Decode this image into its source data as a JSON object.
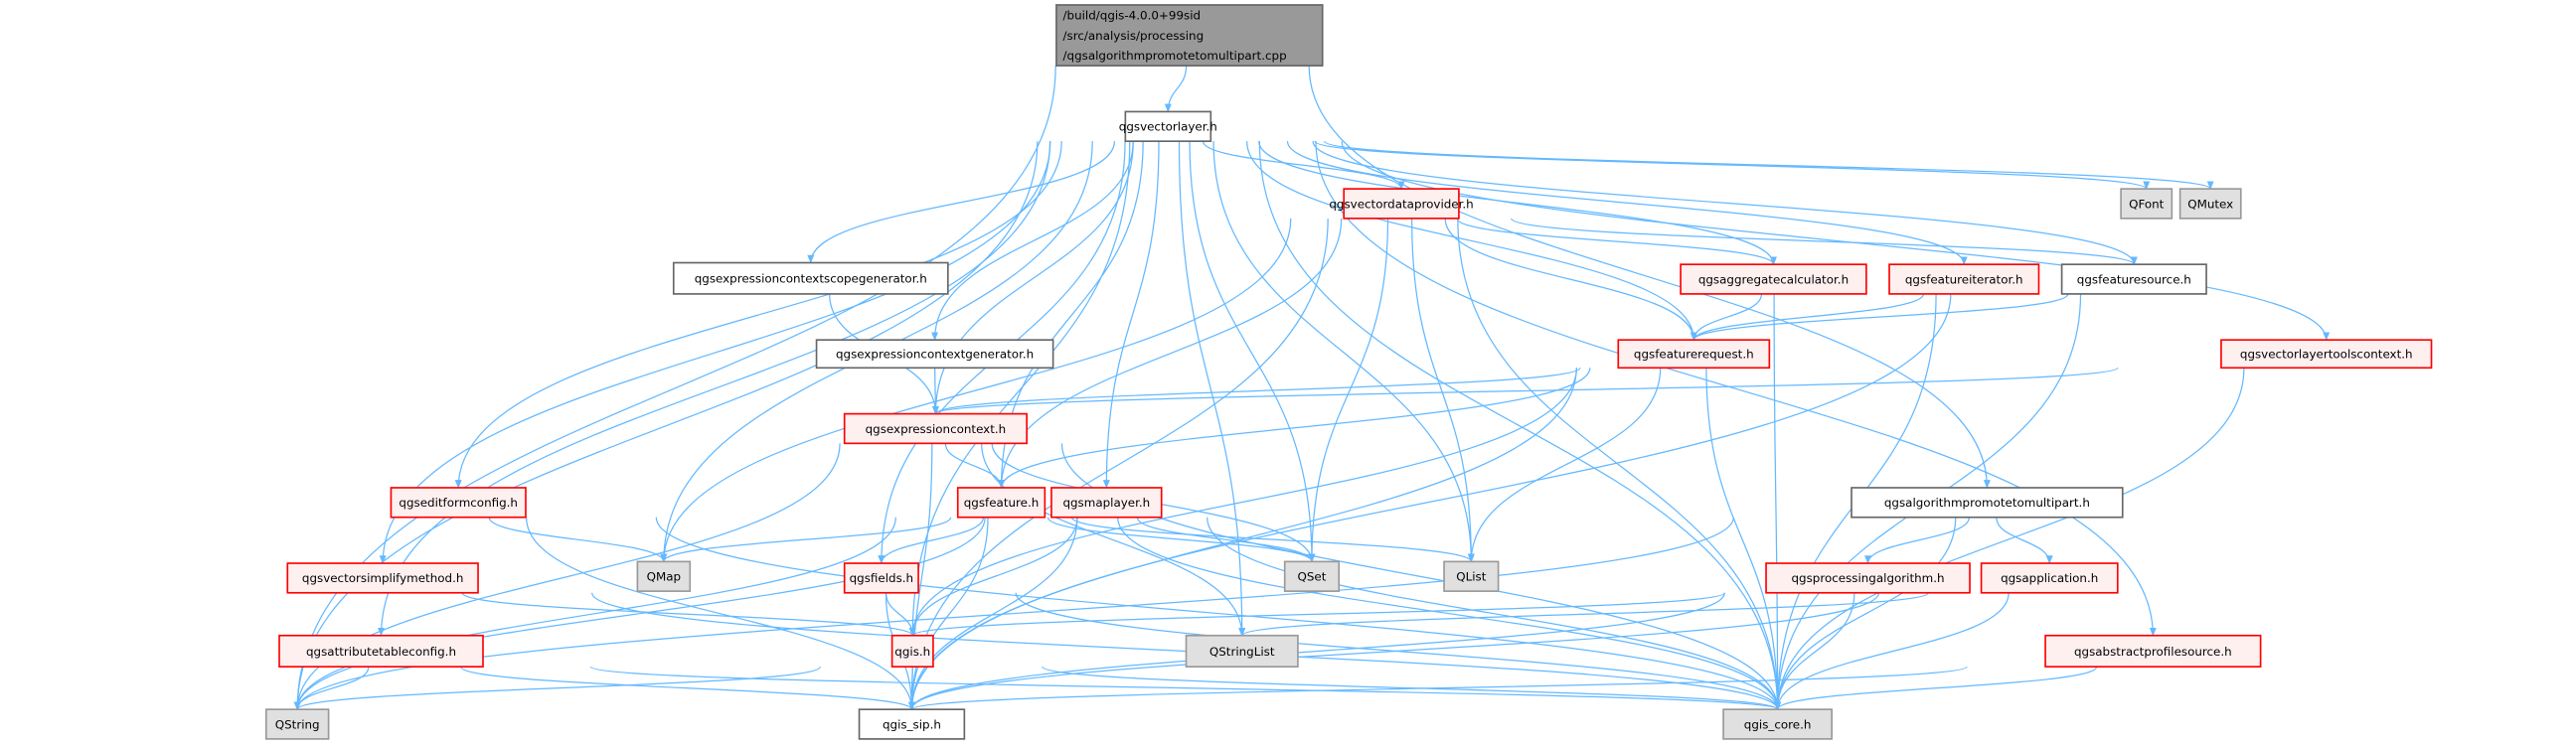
{
  "title": "Include dependency graph for qgsalgorithmpromotetomultipart.cpp",
  "colors": {
    "edge": "#63b8ff",
    "root_fill": "#999999",
    "root_stroke": "#666666",
    "red_fill": "#fff0f0",
    "red_stroke": "#ff0000",
    "plain_fill": "#ffffff",
    "plain_stroke": "#666666",
    "system_fill": "#e0e0e0",
    "system_stroke": "#999999"
  },
  "nodes": [
    {
      "id": "root",
      "lines": [
        "/build/qgis-4.0.0+99sid",
        "/src/analysis/processing",
        "/qgsalgorithmpromotetomultipart.cpp"
      ],
      "style": "root"
    },
    {
      "id": "vectorlayer",
      "lines": [
        "qgsvectorlayer.h"
      ],
      "style": "plain"
    },
    {
      "id": "vectordataprovider",
      "lines": [
        "qgsvectordataprovider.h"
      ],
      "style": "red"
    },
    {
      "id": "qfont",
      "lines": [
        "QFont"
      ],
      "style": "system"
    },
    {
      "id": "qmutex",
      "lines": [
        "QMutex"
      ],
      "style": "system"
    },
    {
      "id": "exprscopegen",
      "lines": [
        "qgsexpressioncontextscopegenerator.h"
      ],
      "style": "plain"
    },
    {
      "id": "aggcalc",
      "lines": [
        "qgsaggregatecalculator.h"
      ],
      "style": "red"
    },
    {
      "id": "featureiterator",
      "lines": [
        "qgsfeatureiterator.h"
      ],
      "style": "red"
    },
    {
      "id": "featuresource",
      "lines": [
        "qgsfeaturesource.h"
      ],
      "style": "plain"
    },
    {
      "id": "exprgen",
      "lines": [
        "qgsexpressioncontextgenerator.h"
      ],
      "style": "plain"
    },
    {
      "id": "featurerequest",
      "lines": [
        "qgsfeaturerequest.h"
      ],
      "style": "red"
    },
    {
      "id": "vltoolscontext",
      "lines": [
        "qgsvectorlayertoolscontext.h"
      ],
      "style": "red"
    },
    {
      "id": "exprcontext",
      "lines": [
        "qgsexpressioncontext.h"
      ],
      "style": "red"
    },
    {
      "id": "feature",
      "lines": [
        "qgsfeature.h"
      ],
      "style": "red"
    },
    {
      "id": "maplayer",
      "lines": [
        "qgsmaplayer.h"
      ],
      "style": "red"
    },
    {
      "id": "editformconfig",
      "lines": [
        "qgseditformconfig.h"
      ],
      "style": "red"
    },
    {
      "id": "algpromote",
      "lines": [
        "qgsalgorithmpromotetomultipart.h"
      ],
      "style": "plain"
    },
    {
      "id": "qmap",
      "lines": [
        "QMap"
      ],
      "style": "system"
    },
    {
      "id": "qset",
      "lines": [
        "QSet"
      ],
      "style": "system"
    },
    {
      "id": "qlist",
      "lines": [
        "QList"
      ],
      "style": "system"
    },
    {
      "id": "simplifymethod",
      "lines": [
        "qgsvectorsimplifymethod.h"
      ],
      "style": "red"
    },
    {
      "id": "fields",
      "lines": [
        "qgsfields.h"
      ],
      "style": "red"
    },
    {
      "id": "procalg",
      "lines": [
        "qgsprocessingalgorithm.h"
      ],
      "style": "red"
    },
    {
      "id": "application",
      "lines": [
        "qgsapplication.h"
      ],
      "style": "red"
    },
    {
      "id": "qgis",
      "lines": [
        "qgis.h"
      ],
      "style": "red"
    },
    {
      "id": "qstringlist",
      "lines": [
        "QStringList"
      ],
      "style": "system"
    },
    {
      "id": "attrtableconfig",
      "lines": [
        "qgsattributetableconfig.h"
      ],
      "style": "red"
    },
    {
      "id": "profilesource",
      "lines": [
        "qgsabstractprofilesource.h"
      ],
      "style": "red"
    },
    {
      "id": "qstring",
      "lines": [
        "QString"
      ],
      "style": "system"
    },
    {
      "id": "qgissip",
      "lines": [
        "qgis_sip.h"
      ],
      "style": "plain"
    },
    {
      "id": "qgiscore",
      "lines": [
        "qgis_core.h"
      ],
      "style": "system"
    }
  ],
  "edges": [
    [
      "root",
      "vectorlayer"
    ],
    [
      "root",
      "qstring"
    ],
    [
      "root",
      "algpromote"
    ],
    [
      "vectorlayer",
      "vectordataprovider"
    ],
    [
      "vectorlayer",
      "qfont"
    ],
    [
      "vectorlayer",
      "qmutex"
    ],
    [
      "vectorlayer",
      "exprscopegen"
    ],
    [
      "vectorlayer",
      "exprgen"
    ],
    [
      "vectorlayer",
      "exprcontext"
    ],
    [
      "vectorlayer",
      "aggcalc"
    ],
    [
      "vectorlayer",
      "featureiterator"
    ],
    [
      "vectorlayer",
      "featuresource"
    ],
    [
      "vectorlayer",
      "featurerequest"
    ],
    [
      "vectorlayer",
      "vltoolscontext"
    ],
    [
      "vectorlayer",
      "feature"
    ],
    [
      "vectorlayer",
      "maplayer"
    ],
    [
      "vectorlayer",
      "editformconfig"
    ],
    [
      "vectorlayer",
      "simplifymethod"
    ],
    [
      "vectorlayer",
      "attrtableconfig"
    ],
    [
      "vectorlayer",
      "fields"
    ],
    [
      "vectorlayer",
      "qmap"
    ],
    [
      "vectorlayer",
      "qset"
    ],
    [
      "vectorlayer",
      "qlist"
    ],
    [
      "vectorlayer",
      "qstringlist"
    ],
    [
      "vectorlayer",
      "qgis"
    ],
    [
      "vectorlayer",
      "qstring"
    ],
    [
      "vectorlayer",
      "qgiscore"
    ],
    [
      "vectorlayer",
      "profilesource"
    ],
    [
      "vectordataprovider",
      "aggcalc"
    ],
    [
      "vectordataprovider",
      "featuresource"
    ],
    [
      "vectordataprovider",
      "featurerequest"
    ],
    [
      "vectordataprovider",
      "feature"
    ],
    [
      "vectordataprovider",
      "qmap"
    ],
    [
      "vectordataprovider",
      "qset"
    ],
    [
      "vectordataprovider",
      "qlist"
    ],
    [
      "vectordataprovider",
      "qgissip"
    ],
    [
      "vectordataprovider",
      "qgiscore"
    ],
    [
      "exprscopegen",
      "exprcontext"
    ],
    [
      "exprgen",
      "exprcontext"
    ],
    [
      "aggcalc",
      "featurerequest"
    ],
    [
      "aggcalc",
      "qgiscore"
    ],
    [
      "featureiterator",
      "featurerequest"
    ],
    [
      "featureiterator",
      "qgiscore"
    ],
    [
      "featuresource",
      "featurerequest"
    ],
    [
      "featuresource",
      "qgissip"
    ],
    [
      "featuresource",
      "qgiscore"
    ],
    [
      "featurerequest",
      "exprcontext"
    ],
    [
      "featurerequest",
      "feature"
    ],
    [
      "featurerequest",
      "qlist"
    ],
    [
      "featurerequest",
      "qgis"
    ],
    [
      "featurerequest",
      "qgissip"
    ],
    [
      "featurerequest",
      "qgiscore"
    ],
    [
      "vltoolscontext",
      "exprcontext"
    ],
    [
      "vltoolscontext",
      "qgiscore"
    ],
    [
      "exprcontext",
      "feature"
    ],
    [
      "exprcontext",
      "qset"
    ],
    [
      "exprcontext",
      "qstring"
    ],
    [
      "exprcontext",
      "qstringlist"
    ],
    [
      "exprcontext",
      "qgissip"
    ],
    [
      "exprcontext",
      "qgiscore"
    ],
    [
      "feature",
      "qmap"
    ],
    [
      "feature",
      "qset"
    ],
    [
      "feature",
      "qlist"
    ],
    [
      "feature",
      "fields"
    ],
    [
      "feature",
      "qgissip"
    ],
    [
      "feature",
      "qgiscore"
    ],
    [
      "feature",
      "qstring"
    ],
    [
      "maplayer",
      "qset"
    ],
    [
      "maplayer",
      "qgis"
    ],
    [
      "maplayer",
      "qgissip"
    ],
    [
      "maplayer",
      "qgiscore"
    ],
    [
      "maplayer",
      "qstring"
    ],
    [
      "editformconfig",
      "qmap"
    ],
    [
      "editformconfig",
      "qgissip"
    ],
    [
      "editformconfig",
      "qgiscore"
    ],
    [
      "algpromote",
      "procalg"
    ],
    [
      "algpromote",
      "application"
    ],
    [
      "algpromote",
      "qgiscore"
    ],
    [
      "algpromote",
      "qstring"
    ],
    [
      "simplifymethod",
      "qgis"
    ],
    [
      "simplifymethod",
      "qgiscore"
    ],
    [
      "fields",
      "qgis"
    ],
    [
      "fields",
      "qgissip"
    ],
    [
      "fields",
      "qgiscore"
    ],
    [
      "procalg",
      "qgis"
    ],
    [
      "procalg",
      "qgiscore"
    ],
    [
      "procalg",
      "qgissip"
    ],
    [
      "application",
      "qstringlist"
    ],
    [
      "application",
      "qgiscore"
    ],
    [
      "application",
      "qgissip"
    ],
    [
      "qgis",
      "qstring"
    ],
    [
      "qgis",
      "qgissip"
    ],
    [
      "qgis",
      "qgiscore"
    ],
    [
      "attrtableconfig",
      "qstring"
    ],
    [
      "attrtableconfig",
      "qgissip"
    ],
    [
      "attrtableconfig",
      "qgiscore"
    ],
    [
      "profilesource",
      "qgiscore"
    ],
    [
      "profilesource",
      "qgissip"
    ]
  ]
}
